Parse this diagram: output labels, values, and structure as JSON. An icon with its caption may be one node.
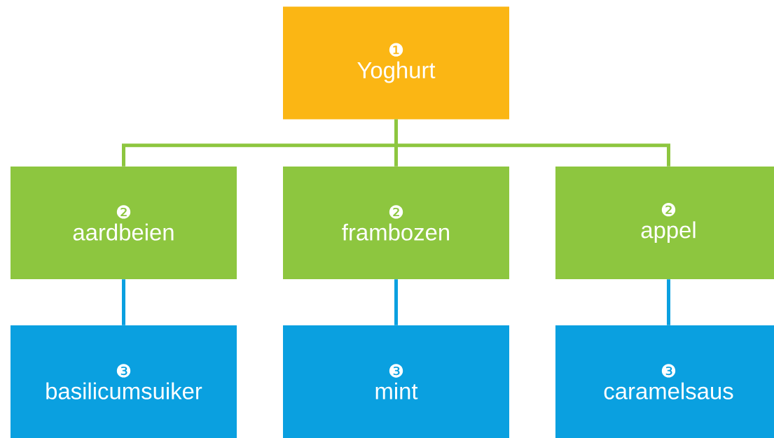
{
  "diagram": {
    "nodes": [
      {
        "text": [
          "❶",
          "Yoghurt"
        ]
      },
      {
        "text": [
          "❷",
          "aardbeien"
        ]
      },
      {
        "text": [
          "❷",
          "frambozen"
        ]
      },
      {
        "text": [
          "❷",
          "appel"
        ]
      },
      {
        "text": [
          "❸",
          "basilicumsuiker"
        ]
      },
      {
        "text": [
          "❸",
          "mint"
        ]
      },
      {
        "text": [
          "❸",
          "caramelsaus"
        ]
      }
    ],
    "edges": [
      {
        "from": 0,
        "to": 1,
        "arrow": "none"
      },
      {
        "from": 0,
        "to": 2,
        "arrow": "none"
      },
      {
        "from": 0,
        "to": 3,
        "arrow": "none"
      },
      {
        "from": 1,
        "to": 4,
        "arrow": "none",
        "color": "#0aa0e0"
      },
      {
        "from": 2,
        "to": 5,
        "arrow": "none",
        "color": "#0aa0e0"
      },
      {
        "from": 3,
        "to": 6,
        "arrow": "none",
        "color": "#0aa0e0"
      }
    ]
  }
}
